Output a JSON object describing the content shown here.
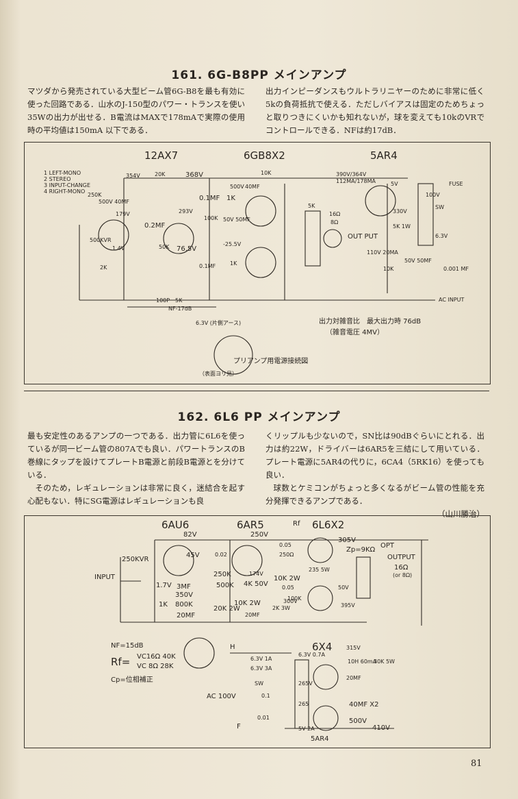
{
  "article1": {
    "title": "161. 6G-B8PP メインアンプ",
    "left_text": "マツダから発売されている大型ビーム管6G-B8を最も有効に使った回路である．山水のJ-150型のパワー・トランスを使い35Wの出力が出せる．B電流はMAXで178mAで実際の使用時の平均値は150mA 以下である．",
    "right_text": "出力インピーダンスもウルトラリニヤーのために非常に低く5kの負荷抵抗で使える．ただしバイアスは固定のためちょっと取りつきにくいかも知れないが，球を変えても10kのVRでコントロールできる．NFは約17dB．"
  },
  "diagram1": {
    "tubes": [
      "12AX7",
      "6GB8X2",
      "5AR4"
    ],
    "inputs": [
      "1 LEFT-MONO",
      "2 STEREO",
      "3 INPUT-CHANGE",
      "4 RIGHT-MONO"
    ],
    "labels": [
      "354V",
      "20K",
      "368V",
      "10K",
      "390V/364V",
      "112MA/178MA",
      "5V",
      "100V",
      "FUSE",
      "250K",
      "500V 40MF",
      "179V",
      "0.2MF",
      "293V",
      "0.1MF",
      "1K",
      "500V",
      "40MF",
      "5K",
      "16Ω",
      "8Ω",
      "OUT PUT",
      "330V",
      "5K 1W",
      "SW",
      "6.3V",
      "500KVR",
      "1.4V",
      "2K",
      "50K",
      "100K",
      "50V 50MF",
      "-25.5V",
      "76.5V",
      "0.1MF",
      "1K",
      "110V 20MA",
      "10K",
      "50V 50MF",
      "0.001 MF",
      "AC INPUT",
      "100P",
      "5K",
      "NF-17dB"
    ],
    "note1": "出力対雑音比　最大出力時 76dB",
    "note2": "（雑音電圧 4MV）",
    "socket_top": "6.3V (片側アース)",
    "socket_caption": "プリアンプ用電源接続図",
    "socket_view": "（表面ヨリ見）"
  },
  "article2": {
    "title": "162. 6L6 PP メインアンプ",
    "left_text": "最も安定性のあるアンプの一つである．出力管に6L6を使っているが同一ビーム管の807Aでも良い．パワートランスのB巻線にタップを設けてプレートB電源と前段B電源とを分けている．",
    "left_text2": "そのため，レギュレーションは非常に良く，迷結合を起す心配もない．特にSG電源はレギュレーションも良",
    "right_text": "くリップルも少ないので，SN比は90dBぐらいにとれる．出力は約22W，ドライバーは6AR5を三結にして用いている．プレート電源に5AR4の代りに，6CA4（5RK16）を使っても良い．",
    "right_text2": "球数とケミコンがちょっと多くなるがビーム管の性能を充分発揮できるアンプである．",
    "credit": "（山川勝治）"
  },
  "diagram2": {
    "tubes": [
      "6AU6",
      "6AR5",
      "6L6X2",
      "6X4",
      "5AR4"
    ],
    "labels": [
      "82V",
      "250V",
      "Rf",
      "305V",
      "Zp=9KΩ",
      "OPT",
      "OUTPUT",
      "16Ω",
      "(or 8Ω)",
      "45V",
      "0.02",
      "0.05",
      "250Ω",
      "250KVR",
      "INPUT",
      "250K",
      "500K",
      "174V",
      "10K 2W",
      "4K 50V",
      "235 5W",
      "3MF",
      "1.7V",
      "350V",
      "0.05",
      "100K",
      "1K",
      "800K",
      "20MF",
      "20K 2W",
      "10K 2W",
      "20MF",
      "2K 3W",
      "300V",
      "50V",
      "395V",
      "NF=15dB",
      "Rf=",
      "VC16Ω 40K",
      "VC 8Ω 28K",
      "Cp=位相補正",
      "H",
      "6.3V 1A",
      "6.3V 3A",
      "315V",
      "6.3V 0.7A",
      "10H 60mA",
      "30K 5W",
      "20MF",
      "265V",
      "SW",
      "AC 100V",
      "0.1",
      "0.01",
      "265",
      "40MF X2",
      "500V",
      "F",
      "5V 2A",
      "410V"
    ]
  },
  "page_number": "81"
}
